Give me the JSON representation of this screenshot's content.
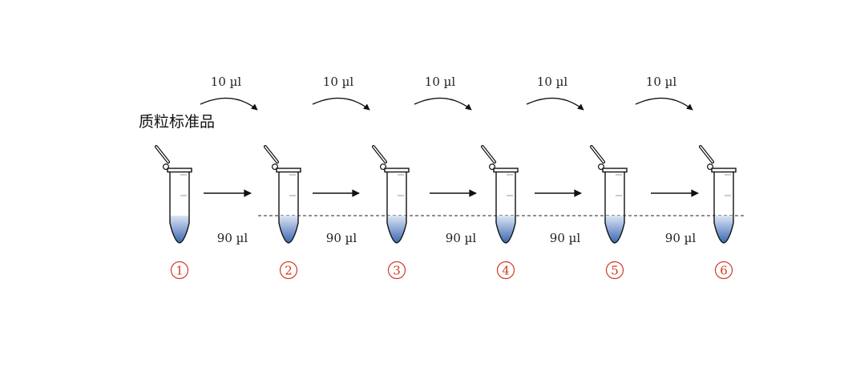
{
  "title_label": "质粒标准品",
  "transfer_volume": "10 µl",
  "diluent_volume": "90 µl",
  "tube_numbers": [
    "1",
    "2",
    "3",
    "4",
    "5",
    "6"
  ],
  "colors": {
    "number": "#d03a22",
    "liquid_top": "#dbe5f4",
    "liquid_bottom": "#3b68b2",
    "stroke": "#111111",
    "dashed_line": "#222222"
  }
}
